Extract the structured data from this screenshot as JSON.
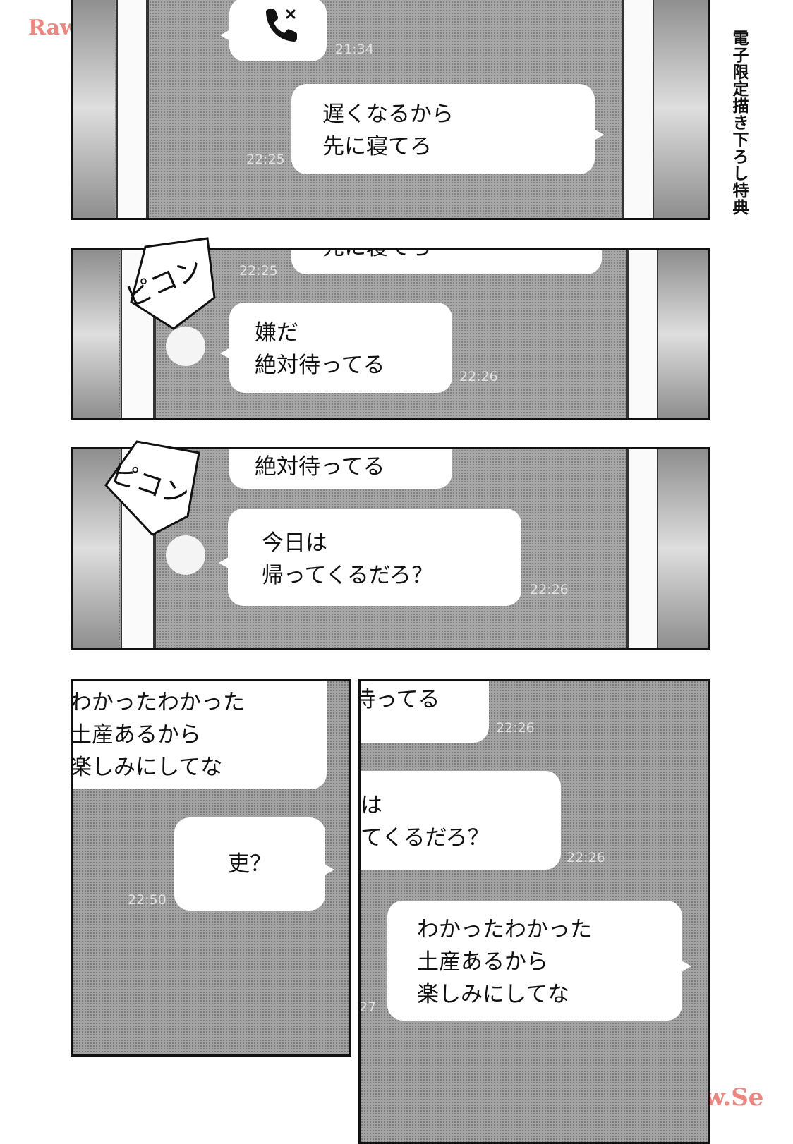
{
  "watermarks": {
    "top_left": "RawLazy.Si",
    "bottom_right": "DL-Raw.Se"
  },
  "side_label": "電子限定描き下ろし特典",
  "sfx": {
    "ping": "ピコン"
  },
  "icons": {
    "missed_call": "phone-missed-icon"
  },
  "panel1": {
    "call_time": "21:34",
    "message": {
      "lines": [
        "遅くなるから",
        "先に寝てろ"
      ],
      "time": "22:25"
    }
  },
  "panel2": {
    "prev_fragment": "先に寝てろ",
    "prev_time": "22:25",
    "message": {
      "lines": [
        "嫌だ",
        "絶対待ってる"
      ],
      "time": "22:26"
    }
  },
  "panel3": {
    "prev_fragment": "絶対待ってる",
    "message": {
      "lines": [
        "今日は",
        "帰ってくるだろ？"
      ],
      "time": "22:26"
    }
  },
  "panel4": {
    "message1": {
      "lines": [
        "わかったわかった",
        "土産あるから",
        "楽しみにしてな"
      ]
    },
    "message2": {
      "text": "吏？",
      "time": "22:50"
    }
  },
  "panel5": {
    "fragment1": {
      "text": "待ってる",
      "time": "22:26"
    },
    "fragment2": {
      "lines": [
        "は",
        "てくるだろ？"
      ],
      "time": "22:26"
    },
    "message": {
      "lines": [
        "わかったわかった",
        "土産あるから",
        "楽しみにしてな"
      ],
      "time_fragment": "27"
    }
  }
}
